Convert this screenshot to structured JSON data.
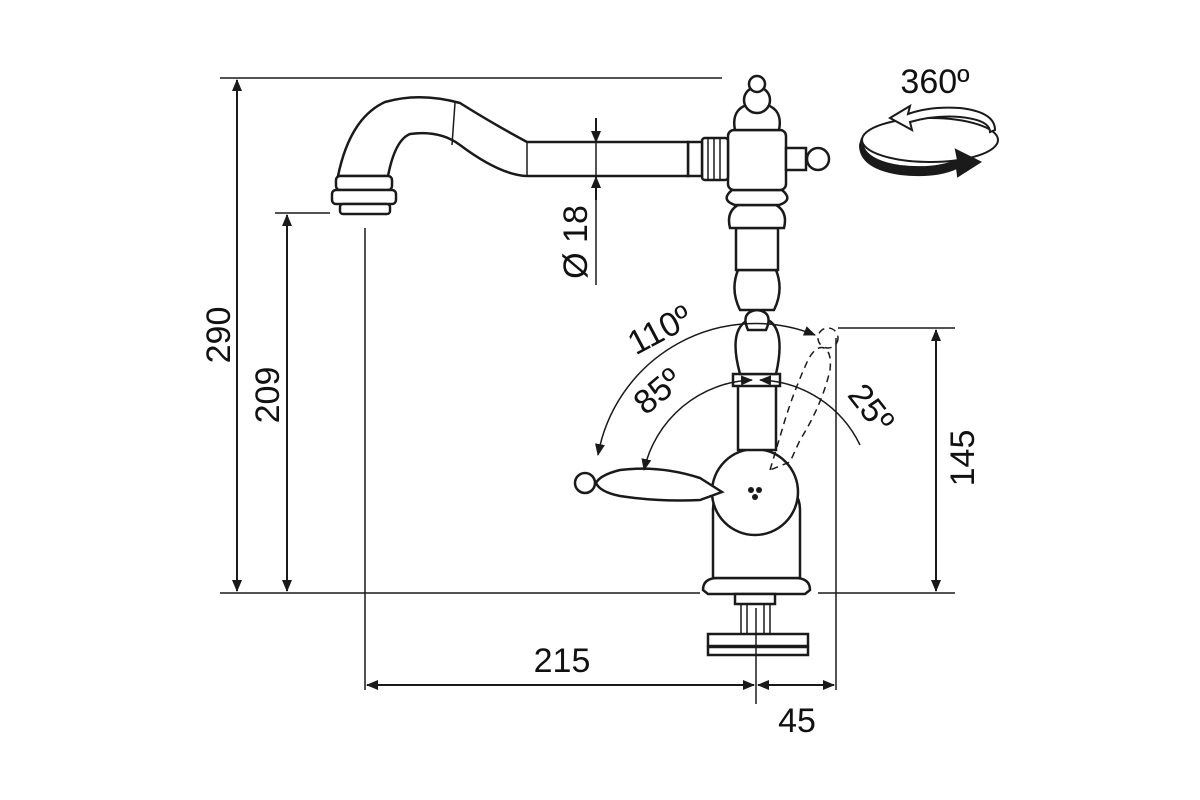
{
  "dimensions": {
    "total_height": "290",
    "spout_height": "209",
    "lever_height": "145",
    "reach": "215",
    "offset": "45",
    "spout_diameter": "Ø 18"
  },
  "angles": {
    "lever_full": "110º",
    "lever_cold": "85º",
    "lever_back": "25º",
    "swivel": "360º"
  },
  "colors": {
    "line": "#1a1a1a",
    "background": "#ffffff"
  },
  "icons": {
    "swivel": "rotate-arrow-icon"
  }
}
